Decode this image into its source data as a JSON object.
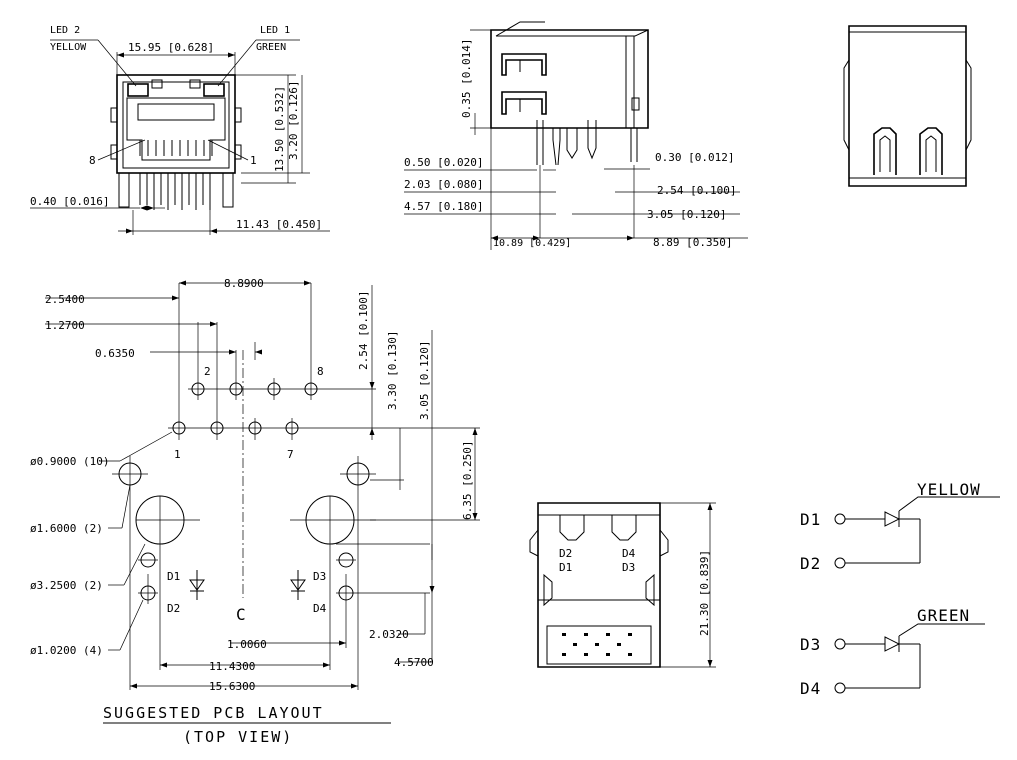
{
  "front_view": {
    "led2_label": "LED 2",
    "led2_color": "YELLOW",
    "led1_label": "LED 1",
    "led1_color": "GREEN",
    "width_dim": "15.95 [0.628]",
    "height_dim_a": "13.50 [0.532]",
    "height_dim_b": "3.20 [0.126]",
    "pin_left_label": "8",
    "pin_right_label": "1",
    "pin_dim": "0.40 [0.016]",
    "pitch_total_dim": "11.43 [0.450]"
  },
  "side_view": {
    "dim_0_35": "0.35 [0.014]",
    "dim_0_50": "0.50 [0.020]",
    "dim_2_03": "2.03 [0.080]",
    "dim_4_57": "4.57 [0.180]",
    "dim_0_30": "0.30 [0.012]",
    "dim_2_54": "2.54 [0.100]",
    "dim_3_05": "3.05 [0.120]",
    "dim_10_89": "10.89 [0.429]",
    "dim_8_89": "8.89 [0.350]"
  },
  "pcb_layout": {
    "dim_2_54": "2.5400",
    "dim_8_89": "8.8900",
    "dim_1_27": "1.2700",
    "dim_0_635": "0.6350",
    "vdim_2_54": "2.54 [0.100]",
    "vdim_3_30": "3.30 [0.130]",
    "vdim_3_05": "3.05 [0.120]",
    "vdim_6_35": "6.35 [0.250]",
    "pin2": "2",
    "pin8": "8",
    "pin1": "1",
    "pin7": "7",
    "hole_0_90": "ø0.9000 (10)",
    "hole_1_60": "ø1.6000 (2)",
    "hole_3_25": "ø3.2500 (2)",
    "hole_1_02": "ø1.0200 (4)",
    "d1": "D1",
    "d2": "D2",
    "d3": "D3",
    "d4": "D4",
    "centerline": "C",
    "dim_1_006": "1.0060",
    "dim_2_032": "2.0320",
    "dim_11_43": "11.4300",
    "dim_4_57": "4.5700",
    "dim_15_63": "15.6300",
    "title": "SUGGESTED PCB LAYOUT",
    "subtitle": "(TOP VIEW)"
  },
  "rear_view": {
    "d2": "D2",
    "d1": "D1",
    "d4": "D4",
    "d3": "D3",
    "height_dim": "21.30 [0.839]"
  },
  "schematic": {
    "yellow": "YELLOW",
    "green": "GREEN",
    "d1": "D1",
    "d2": "D2",
    "d3": "D3",
    "d4": "D4"
  }
}
